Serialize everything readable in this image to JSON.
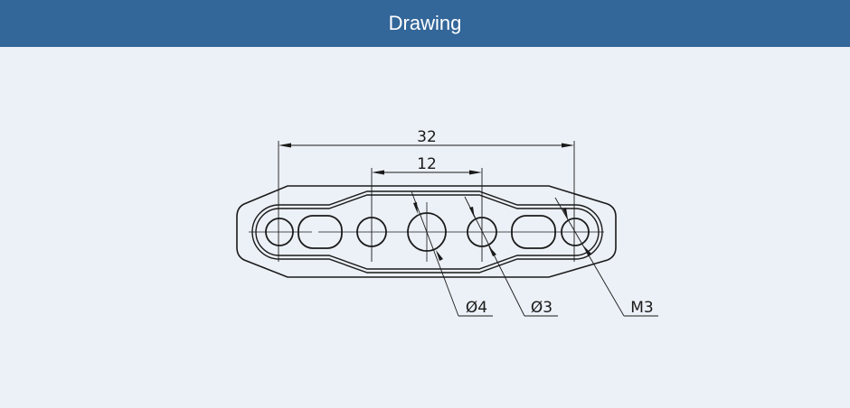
{
  "header": {
    "title": "Drawing"
  },
  "colors": {
    "header_bg": "#336699",
    "canvas_bg": "#ecf1f7",
    "line": "#1a1a1a"
  },
  "drawing": {
    "dimensions": {
      "overall_length": "32",
      "hole_spacing": "12"
    },
    "callouts": {
      "large_hole": "Ø4",
      "small_hole": "Ø3",
      "threaded_hole": "M3"
    }
  }
}
